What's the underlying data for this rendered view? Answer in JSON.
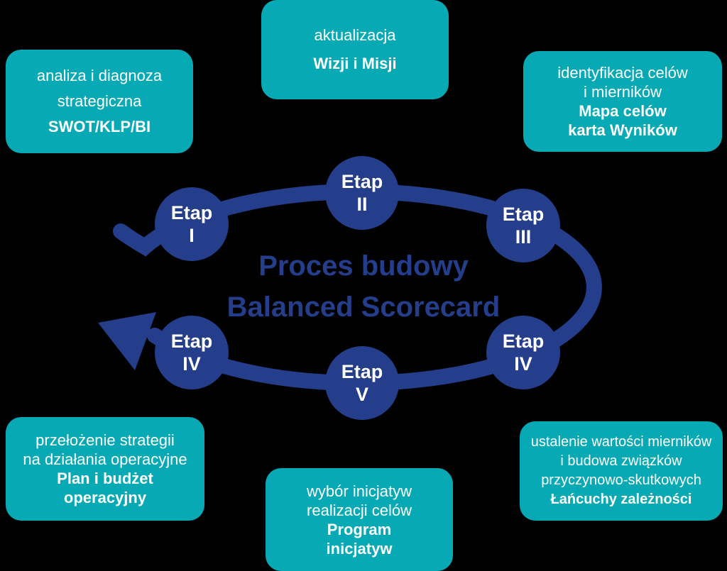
{
  "colors": {
    "background": "#000000",
    "teal": "#06A9B4",
    "navy": "#243E8C",
    "box_text": "#FFFFFF"
  },
  "title": {
    "line1": "Proces budowy",
    "line2": "Balanced Scorecard"
  },
  "stages": [
    {
      "label": "Etap",
      "numeral": "I"
    },
    {
      "label": "Etap",
      "numeral": "II"
    },
    {
      "label": "Etap",
      "numeral": "III"
    },
    {
      "label": "Etap",
      "numeral": "IV"
    },
    {
      "label": "Etap",
      "numeral": "V"
    },
    {
      "label": "Etap",
      "numeral": "IV"
    }
  ],
  "boxes": [
    {
      "lines": [
        "analiza i diagnoza",
        "strategiczna",
        "SWOT/KLP/BI"
      ]
    },
    {
      "lines": [
        "aktualizacja",
        "Wizji i Misji"
      ]
    },
    {
      "lines": [
        "identyfikacja celów",
        "i mierników",
        "Mapa celów",
        "karta Wyników"
      ]
    },
    {
      "lines": [
        "przełożenie strategii",
        "na działania operacyjne",
        "Plan i budżet",
        "operacyjny"
      ]
    },
    {
      "lines": [
        "wybór inicjatyw",
        "realizacji celów",
        "Program",
        "inicjatyw"
      ]
    },
    {
      "lines": [
        "ustalenie wartości mierników",
        "i budowa związków",
        "przyczynowo-skutkowych",
        "Łańcuchy zależności"
      ]
    }
  ]
}
